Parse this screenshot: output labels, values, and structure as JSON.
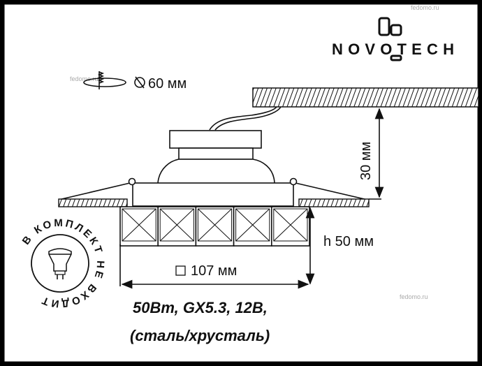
{
  "brand": {
    "logo_text": "NOVOTECH"
  },
  "watermark": "fedomo.ru",
  "cutout": {
    "icon": "ceiling-cutout-saw-icon",
    "diameter_symbol": "⊘",
    "label": "60 мм"
  },
  "dimensions": {
    "height_above": "30 мм",
    "height_below": "h 50 мм",
    "width": "107 мм",
    "width_symbol": "□"
  },
  "badge": {
    "text": "В КОМПЛЕКТ НЕ ВХОДИТ",
    "icon": "gu5.3-bulb-icon"
  },
  "specs": {
    "line1": "50Вт, GX5.3, 12В,",
    "line2": "(сталь/хрусталь)"
  }
}
